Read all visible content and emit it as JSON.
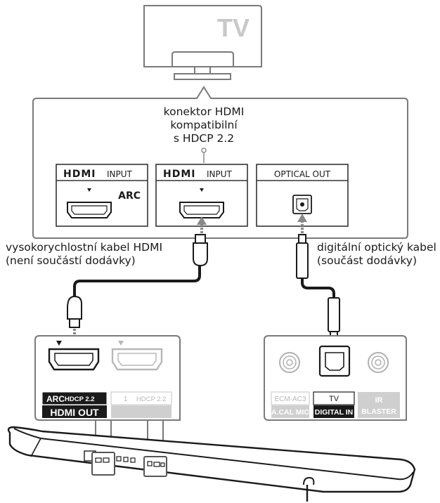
{
  "tv": {
    "label": "TV"
  },
  "tv_panel": {
    "note_line1": "konektor HDMI",
    "note_line2": "kompatibilní",
    "note_line3": "s HDCP 2.2",
    "ports": [
      {
        "brand": "HDMI",
        "label": "INPUT",
        "extra": "ARC"
      },
      {
        "brand": "HDMI",
        "label": "INPUT",
        "extra": ""
      },
      {
        "brand": "",
        "label": "OPTICAL OUT",
        "extra": ""
      }
    ]
  },
  "cables": {
    "hdmi_line1": "vysokorychlostní kabel HDMI",
    "hdmi_line2": "(není součástí dodávky)",
    "optical_line1": "digitální optický kabel",
    "optical_line2": "(součást dodávky)"
  },
  "soundbar_hdmi": {
    "port1_tag_arc": "ARC",
    "port1_tag_hdcp": "HDCP 2.2",
    "port1_label": "HDMI OUT",
    "port2_tag_num": "1",
    "port2_tag_hdcp": "HDCP 2.2"
  },
  "soundbar_jacks": {
    "mic_top": "ECM-AC3",
    "mic_bottom": "A.CAL MIC",
    "tv_top": "TV",
    "tv_bottom": "DIGITAL IN",
    "ir_top": "IR",
    "ir_bottom": "BLASTER"
  }
}
